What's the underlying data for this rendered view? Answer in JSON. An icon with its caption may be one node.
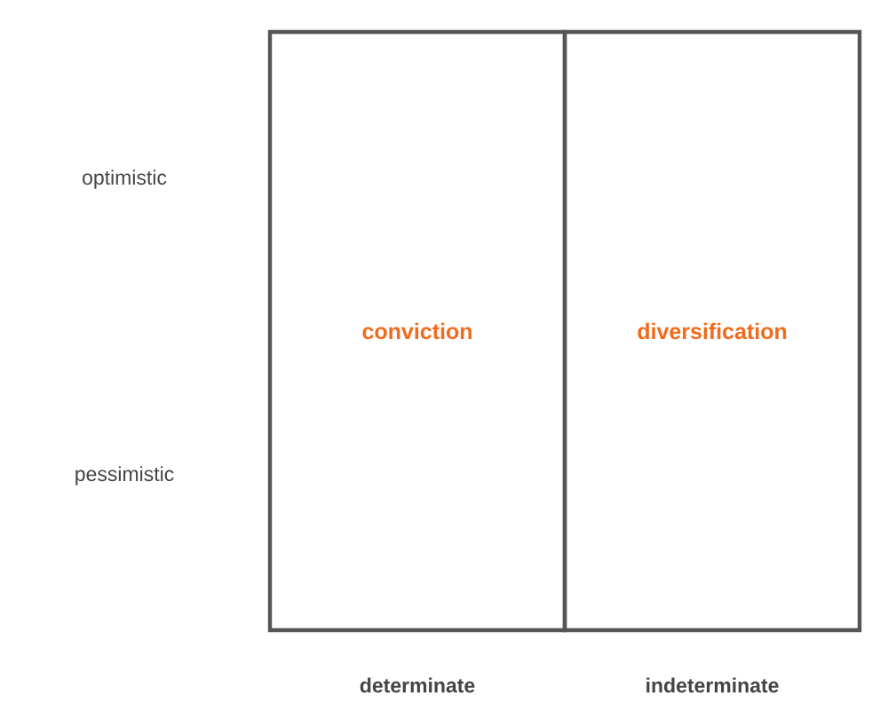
{
  "diagram": {
    "nodes": [
      {
        "text": [
          "conviction"
        ]
      },
      {
        "text": [
          "diversification"
        ]
      }
    ],
    "edges": [],
    "labels": [
      "optimistic",
      "pessimistic",
      "determinate",
      "indeterminate"
    ]
  }
}
